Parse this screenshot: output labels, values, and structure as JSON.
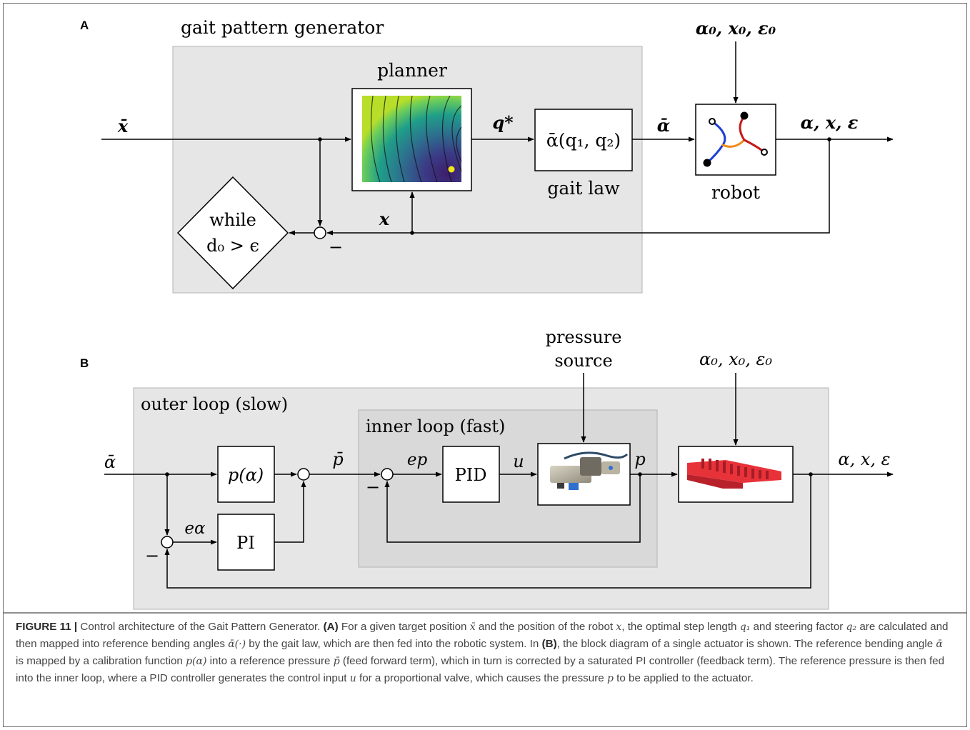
{
  "panel_a": {
    "label": "A",
    "group_title": "gait pattern generator",
    "planner_label": "planner",
    "gait_law_label": "gait law",
    "gait_law_block": "ᾱ(q₁, q₂)",
    "robot_label": "robot",
    "input_signal": "x̄",
    "planner_output": "q*",
    "reference_angles": "ᾱ",
    "robot_inputs": "α₀, x₀, ε₀",
    "robot_outputs": "α, x, ε",
    "feedback_signal": "x",
    "minus_sign": "−",
    "condition_line1": "while",
    "condition_line2": "d₀ > ϵ"
  },
  "panel_b": {
    "label": "B",
    "outer_loop_title": "outer loop (slow)",
    "inner_loop_title": "inner loop (fast)",
    "input_signal": "ᾱ",
    "calibration_block": "p(α)",
    "pi_block": "PI",
    "pid_block": "PID",
    "error_alpha": "eα",
    "error_pressure": "ep",
    "reference_pressure": "p̄",
    "control_input": "u",
    "pressure_signal": "p",
    "pressure_source_line1": "pressure",
    "pressure_source_line2": "source",
    "actuator_inputs": "α₀, x₀, ε₀",
    "outputs": "α, x, ε",
    "minus_sign": "−"
  },
  "caption": {
    "figure_label": "FIGURE 11 |",
    "part1": " Control architecture of the Gait Pattern Generator. ",
    "ref_a": "(A)",
    "part2": " For a given target position ",
    "sym_xbar": "x̄",
    "part3": " and the position of the robot ",
    "sym_x": "x",
    "part4": ", the optimal step length ",
    "sym_q1": "q₁",
    "part5": " and steering factor ",
    "sym_q2": "q₂",
    "part6": " are calculated and then mapped into reference bending angles ",
    "sym_alphabar_fn": "ᾱ(·)",
    "part7": " by the gait law, which are then fed into the robotic system. In ",
    "ref_b": "(B)",
    "part8": ", the block diagram of a single actuator is shown. The reference bending angle ",
    "sym_alphabar": "ᾱ",
    "part9": " is mapped by a calibration function ",
    "sym_palpha": "p(α)",
    "part10": " into a reference pressure ",
    "sym_pbar": "p̄",
    "part11": " (feed forward term), which in turn is corrected by a saturated PI controller (feedback term). The reference pressure is then fed into the inner loop, where a PID controller generates the control input ",
    "sym_u": "u",
    "part12": " for a proportional valve, which causes the pressure ",
    "sym_p": "p",
    "part13": " to be applied to the actuator."
  },
  "colors": {
    "panel_gray": "#e6e6e6",
    "inner_gray": "#d9d9d9",
    "line": "#000000",
    "actuator_red": "#e8323a",
    "robot_blue": "#1f3fd6",
    "robot_orange": "#f08a17",
    "robot_red": "#c81818",
    "contour_yellow": "#f2e51c",
    "contour_dark": "#3d1e6b"
  },
  "icons": {
    "contour_plot": "contour-plot-icon",
    "robot": "robot-sketch-icon",
    "valve": "proportional-valve-icon",
    "actuator": "soft-actuator-icon"
  }
}
